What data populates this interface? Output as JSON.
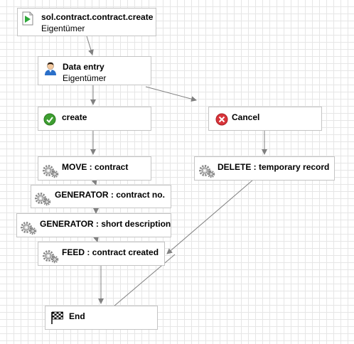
{
  "nodes": {
    "start": {
      "title": "sol.contract.contract.create",
      "subtitle": "Eigentümer",
      "icon": "start-play-icon"
    },
    "data_entry": {
      "title": "Data entry",
      "subtitle": "Eigentümer",
      "icon": "user-icon"
    },
    "create": {
      "title": "create",
      "icon": "check-icon"
    },
    "cancel": {
      "title": "Cancel",
      "icon": "cancel-icon"
    },
    "move": {
      "title": "MOVE : contract",
      "icon": "gear-icon"
    },
    "delete": {
      "title": "DELETE : temporary record",
      "icon": "gear-icon"
    },
    "gen_no": {
      "title": "GENERATOR : contract no.",
      "icon": "gear-icon"
    },
    "gen_desc": {
      "title": "GENERATOR : short description",
      "icon": "gear-icon"
    },
    "feed": {
      "title": "FEED : contract created",
      "icon": "gear-icon"
    },
    "end": {
      "title": "End",
      "icon": "checkered-flag-icon"
    }
  },
  "colors": {
    "edge": "#808080",
    "node_border": "#c4c4c4",
    "check": "#3e9f31",
    "cancel": "#d9343a",
    "user": "#2a6fc9"
  }
}
